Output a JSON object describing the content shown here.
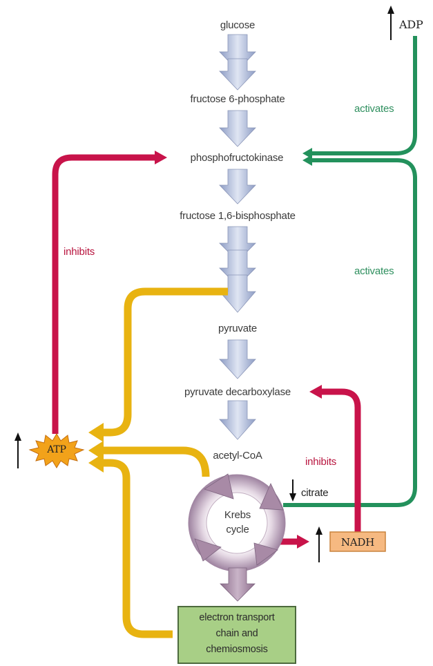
{
  "pathway": {
    "glucose": "glucose",
    "fructose6p": "fructose 6-phosphate",
    "pfk": "phosphofructokinase",
    "fructose16bp": "fructose 1,6-bisphosphate",
    "pyruvate": "pyruvate",
    "pdc": "pyruvate decarboxylase",
    "acetylcoa": "acetyl-CoA",
    "krebs_line1": "Krebs",
    "krebs_line2": "cycle",
    "etc_line1": "electron transport",
    "etc_line2": "chain and",
    "etc_line3": "chemiosmosis"
  },
  "regulators": {
    "adp": "ADP",
    "atp": "ATP",
    "nadh": "NADH",
    "citrate": "citrate"
  },
  "effects": {
    "activates_top": "activates",
    "activates_mid": "activates",
    "inhibits_left": "inhibits",
    "inhibits_right": "inhibits"
  },
  "colors": {
    "activation": "#23915c",
    "inhibition": "#c8134a",
    "atp_flow": "#e8b311",
    "pathway_arrow": "#b9c4de",
    "krebs_arrow": "#a88aa6",
    "nadh_box": "#f6b981",
    "etc_box": "#a8cf86",
    "atp_burst": "#f2a21a"
  }
}
